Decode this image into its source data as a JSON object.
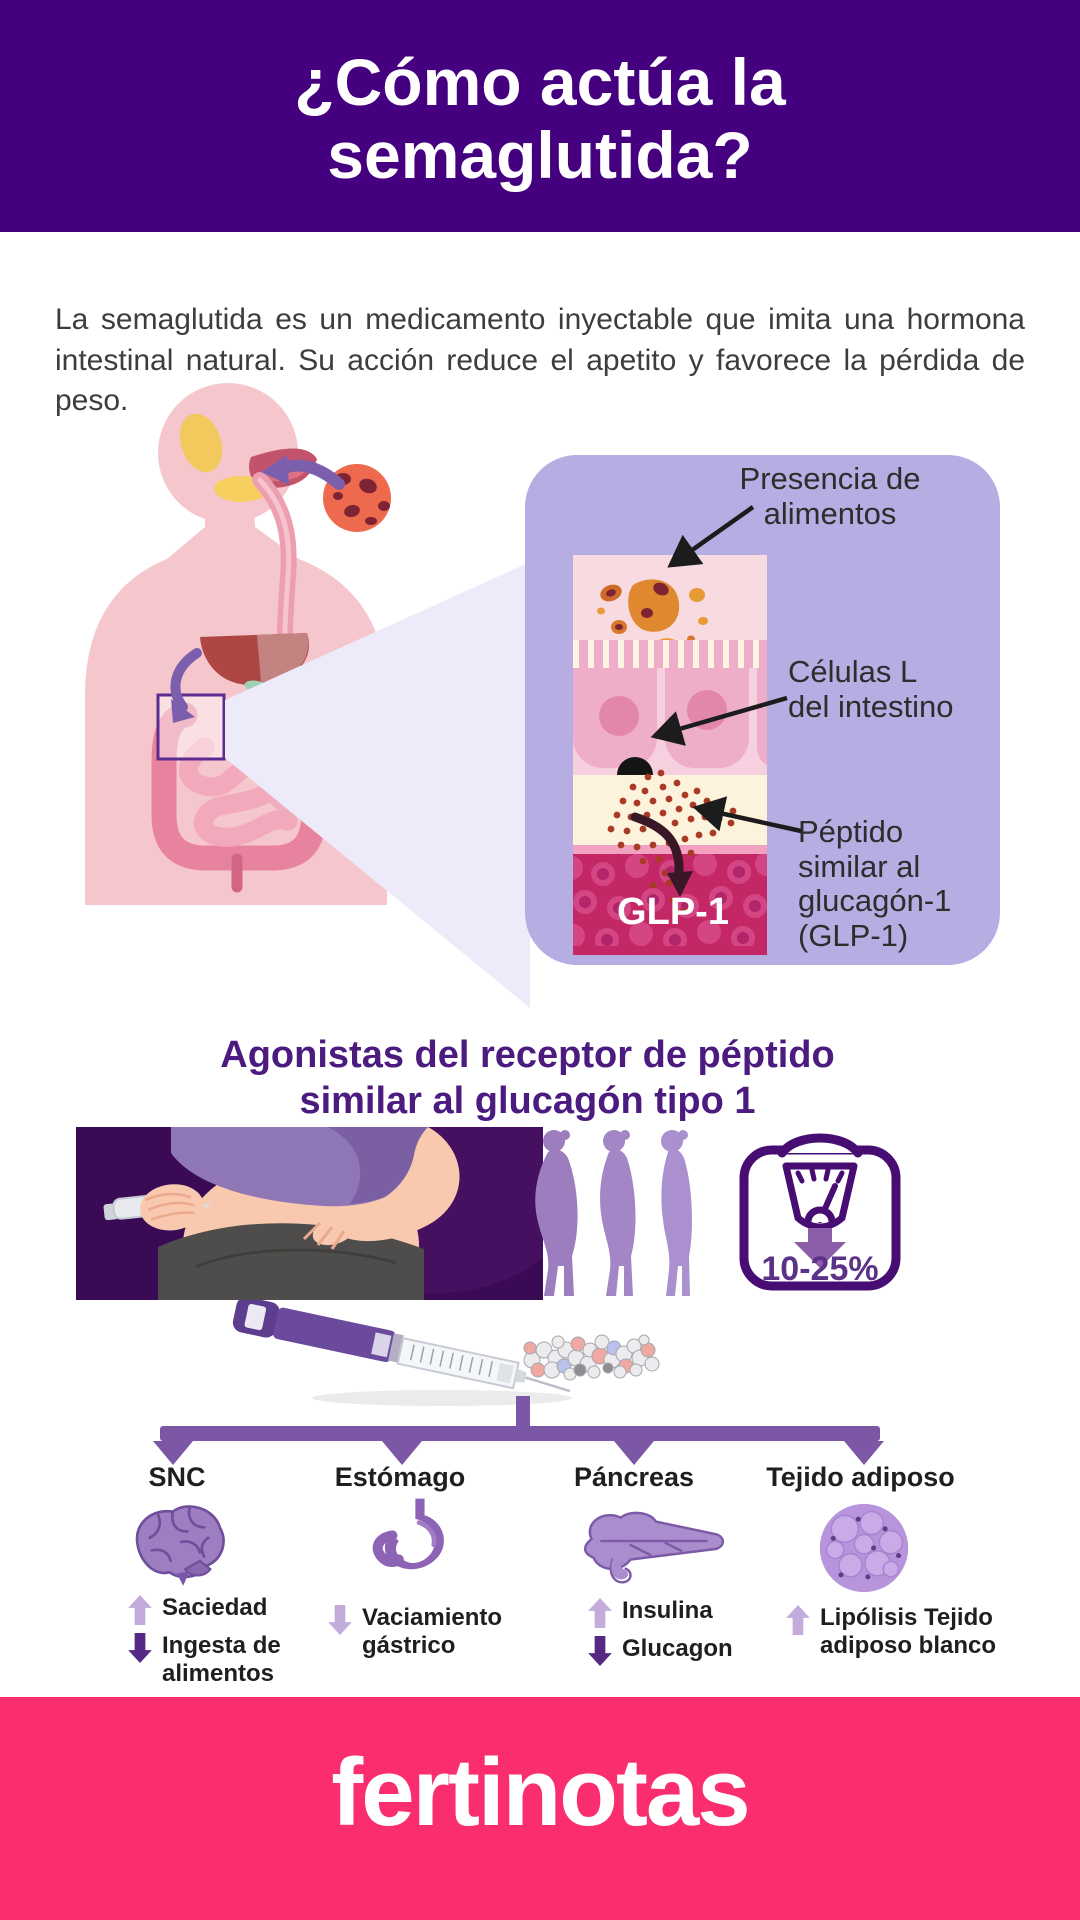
{
  "header": {
    "title_line1": "¿Cómo actúa la",
    "title_line2": "semaglutida?"
  },
  "intro": {
    "text": "La semaglutida es un medicamento inyectable que imita una hormona intestinal natural. Su acción reduce el apetito y favorece la pérdida de peso."
  },
  "diagram": {
    "labels": {
      "food_line1": "Presencia de",
      "food_line2": "alimentos",
      "cells_line1": "Células L",
      "cells_line2": "del intestino",
      "peptide_line1": "Péptido",
      "peptide_line2": "similar al",
      "peptide_line3": "glucagón-1",
      "peptide_line4": "(GLP-1)",
      "vessel": "GLP-1"
    }
  },
  "section2": {
    "heading_line1": "Agonistas del receptor de péptido",
    "heading_line2": "similar al glucagón tipo 1",
    "weight_loss": "10-25%"
  },
  "effects": {
    "columns": [
      {
        "organ": "SNC",
        "icon": "brain-icon",
        "bullets": [
          {
            "dir": "up",
            "tone": "light",
            "text": "Saciedad"
          },
          {
            "dir": "down",
            "tone": "dark",
            "text": "Ingesta de alimentos"
          }
        ]
      },
      {
        "organ": "Estómago",
        "icon": "stomach-icon",
        "bullets": [
          {
            "dir": "down",
            "tone": "light",
            "text": "Vaciamiento gástrico"
          }
        ]
      },
      {
        "organ": "Páncreas",
        "icon": "pancreas-icon",
        "bullets": [
          {
            "dir": "up",
            "tone": "light",
            "text": "Insulina"
          },
          {
            "dir": "down",
            "tone": "dark",
            "text": "Glucagon"
          }
        ]
      },
      {
        "organ": "Tejido adiposo",
        "icon": "adipose-icon",
        "bullets": [
          {
            "dir": "up",
            "tone": "light",
            "text": "Lipólisis Tejido adiposo blanco"
          }
        ]
      }
    ]
  },
  "footer": {
    "brand": "fertinotas"
  },
  "colors": {
    "header_purple": "#450080",
    "heading_purple": "#4b1b80",
    "panel_lavender": "#b6ade2",
    "vessel_magenta": "#c32765",
    "band_dark_purple": "#3a0a55",
    "branch_purple": "#7c57a5",
    "arrow_light_purple": "#c3abdb",
    "arrow_dark_purple": "#552886",
    "footer_pink": "#fa2e6f"
  }
}
